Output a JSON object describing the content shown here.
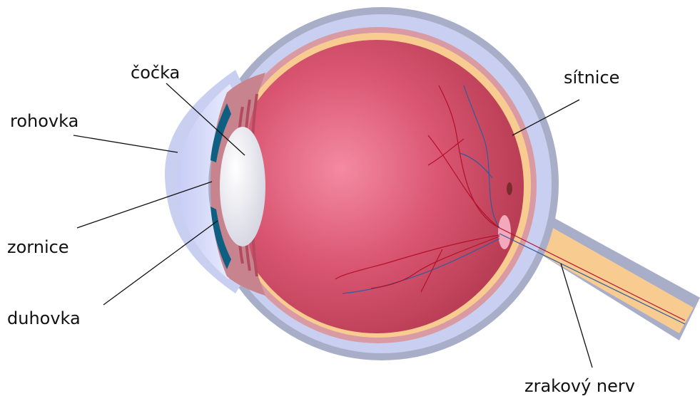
{
  "labels": {
    "cocka": "čočka",
    "rohovka": "rohovka",
    "zornice": "zornice",
    "duhovka": "duhovka",
    "sitnice": "sítnice",
    "zrakovy_nerv": "zrakový nerv"
  },
  "colors": {
    "sclera_outer": "#c9cff0",
    "sclera_rim": "#a9aec8",
    "choroid": "#d99aa3",
    "retina": "#f8cc91",
    "vitreous_center": "#f48aa2",
    "vitreous_edge": "#b93d55",
    "iris": "#0e5f82",
    "lens": "#e7e7ee",
    "cornea": "#d9defa",
    "optic_nerve": "#f8cc91",
    "blood_vessel_red": "#b3102a",
    "blood_vessel_blue": "#305c98"
  }
}
